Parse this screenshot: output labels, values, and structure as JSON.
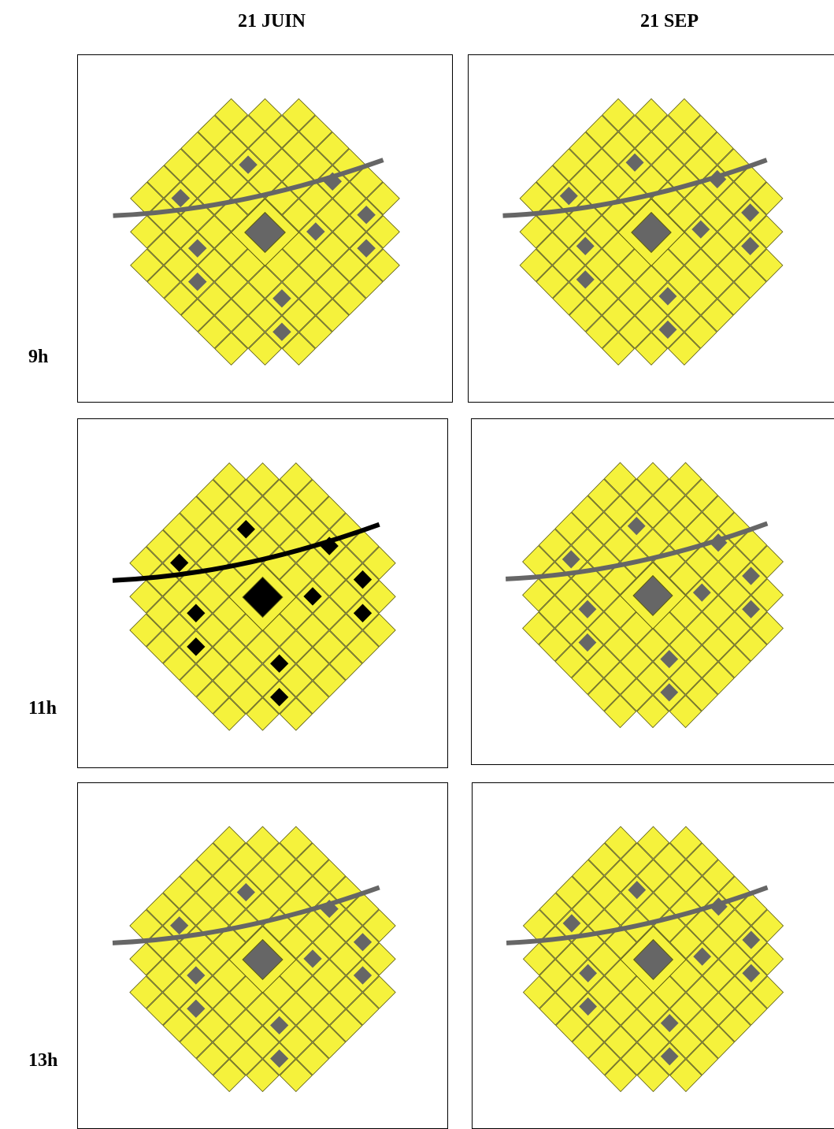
{
  "columns": [
    "21 JUIN",
    "21 SEP"
  ],
  "rows": [
    "9h",
    "11h",
    "13h"
  ],
  "colors": {
    "building": "#f5f23c",
    "outline": "#5a5a10",
    "shadow_grey": "#666666",
    "shadow_black": "#000000",
    "frame": "#000000"
  },
  "panels": [
    {
      "column": "21 JUIN",
      "row": "9h",
      "shadow": "grey"
    },
    {
      "column": "21 SEP",
      "row": "9h",
      "shadow": "grey"
    },
    {
      "column": "21 JUIN",
      "row": "11h",
      "shadow": "black"
    },
    {
      "column": "21 SEP",
      "row": "11h",
      "shadow": "grey"
    },
    {
      "column": "21 JUIN",
      "row": "13h",
      "shadow": "grey"
    },
    {
      "column": "21 SEP",
      "row": "13h",
      "shadow": "grey"
    }
  ]
}
